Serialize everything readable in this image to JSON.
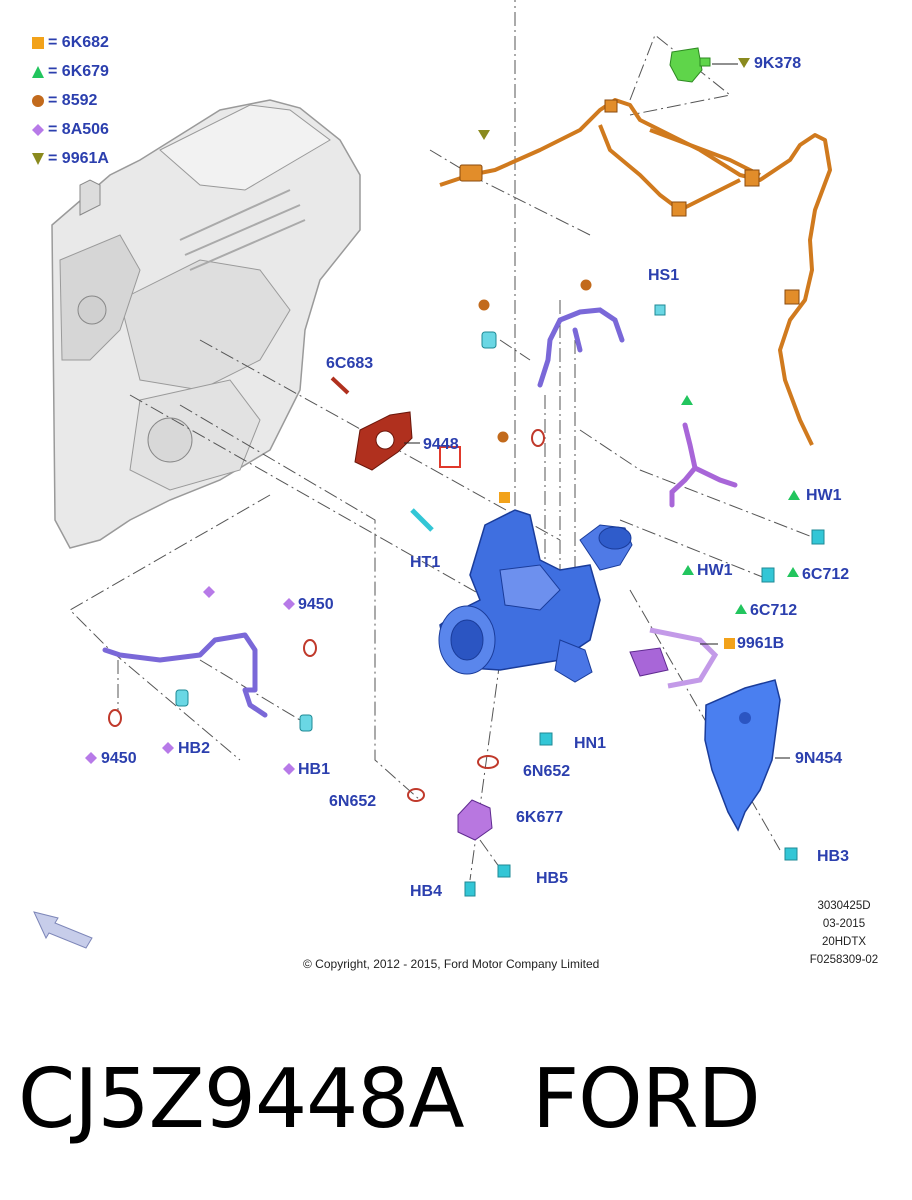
{
  "colors": {
    "label_blue": "#2b3fae",
    "turbo_blue": "#3f6fe0",
    "engine_grey": "#e6e6e6",
    "orange_harness": "#d07a1e",
    "gasket_red": "#b0301e",
    "purple_part": "#a866d8",
    "green_part": "#4caf3c",
    "cyan_fastener": "#33c6d6",
    "highlight_red": "#e0392b",
    "legend_square": "#f2a21a",
    "legend_triangle_up": "#22c55e",
    "legend_circle": "#c26a1c",
    "legend_diamond": "#b77ae8",
    "legend_triangle_down": "#8a8a1e"
  },
  "legend": [
    {
      "symbol": "square",
      "code": "6K682"
    },
    {
      "symbol": "triangle-up",
      "code": "6K679"
    },
    {
      "symbol": "circle",
      "code": "8592"
    },
    {
      "symbol": "diamond",
      "code": "8A506"
    },
    {
      "symbol": "triangle-down",
      "code": "9961A"
    }
  ],
  "legend_equals": "=",
  "callouts": {
    "c9k378": "9K378",
    "hs1": "HS1",
    "c6c683": "6C683",
    "c9448": "9448",
    "ht1": "HT1",
    "hw1_right": "HW1",
    "hw1_left": "HW1",
    "c6c712_right": "6C712",
    "c6c712_left": "6C712",
    "c9961b": "9961B",
    "c9450_top": "9450",
    "c9450_bottom": "9450",
    "hb2": "HB2",
    "hb1": "HB1",
    "hn1": "HN1",
    "c6n652_right": "6N652",
    "c6n652_left": "6N652",
    "c6k677": "6K677",
    "c9n454": "9N454",
    "hb3": "HB3",
    "hb4": "HB4",
    "hb5": "HB5"
  },
  "meta": {
    "code1": "3030425D",
    "date": "03-2015",
    "engine": "20HDTX",
    "figure": "F0258309-02"
  },
  "copyright": "© Copyright, 2012 - 2015, Ford Motor Company Limited",
  "footer": {
    "part_number": "CJ5Z9448A",
    "brand": "FORD"
  }
}
